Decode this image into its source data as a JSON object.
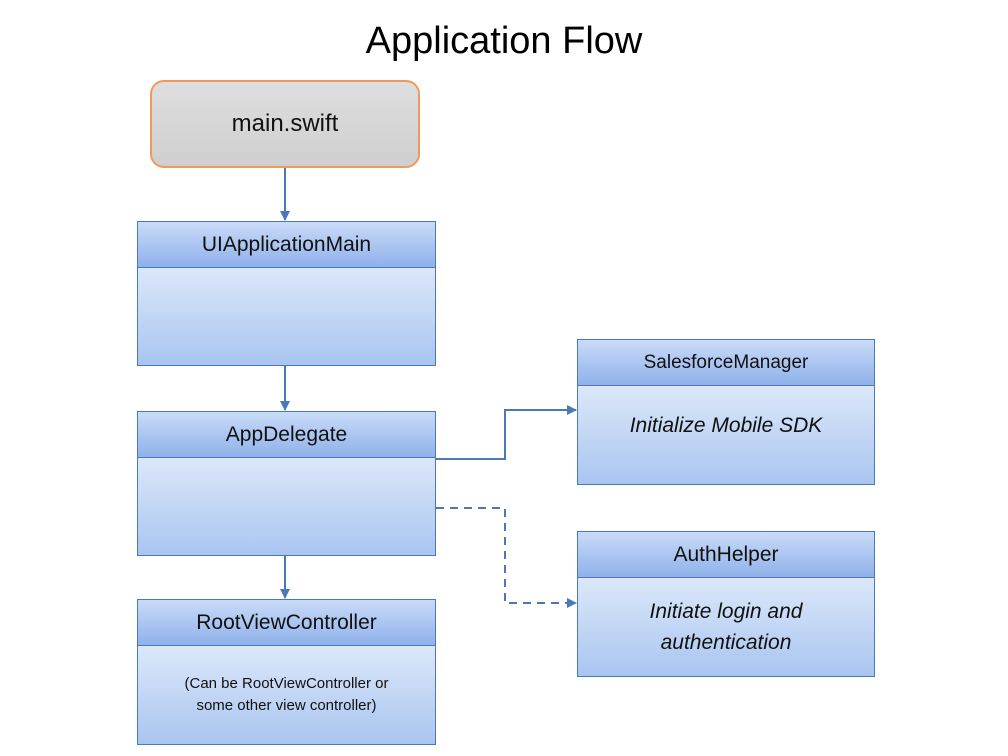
{
  "title": "Application Flow",
  "nodes": {
    "main_swift": {
      "label": "main.swift"
    },
    "ui_application_main": {
      "header": "UIApplicationMain",
      "body": ""
    },
    "app_delegate": {
      "header": "AppDelegate",
      "body": ""
    },
    "root_view_controller": {
      "header": "RootViewController",
      "body_line1": "(Can be RootViewController or",
      "body_line2": "some other view controller)"
    },
    "salesforce_manager": {
      "header": "SalesforceManager",
      "body": "Initialize Mobile SDK"
    },
    "auth_helper": {
      "header": "AuthHelper",
      "body_line1": "Initiate login and",
      "body_line2": "authentication"
    }
  },
  "colors": {
    "connector": "#4a78b8",
    "main_border": "#ef9a5c",
    "class_border": "#4a78b8"
  },
  "edges": [
    {
      "from": "main_swift",
      "to": "ui_application_main",
      "style": "solid"
    },
    {
      "from": "ui_application_main",
      "to": "app_delegate",
      "style": "solid"
    },
    {
      "from": "app_delegate",
      "to": "root_view_controller",
      "style": "solid"
    },
    {
      "from": "app_delegate",
      "to": "salesforce_manager",
      "style": "solid",
      "bidirectional": true
    },
    {
      "from": "app_delegate",
      "to": "auth_helper",
      "style": "dashed",
      "bidirectional": true
    }
  ]
}
